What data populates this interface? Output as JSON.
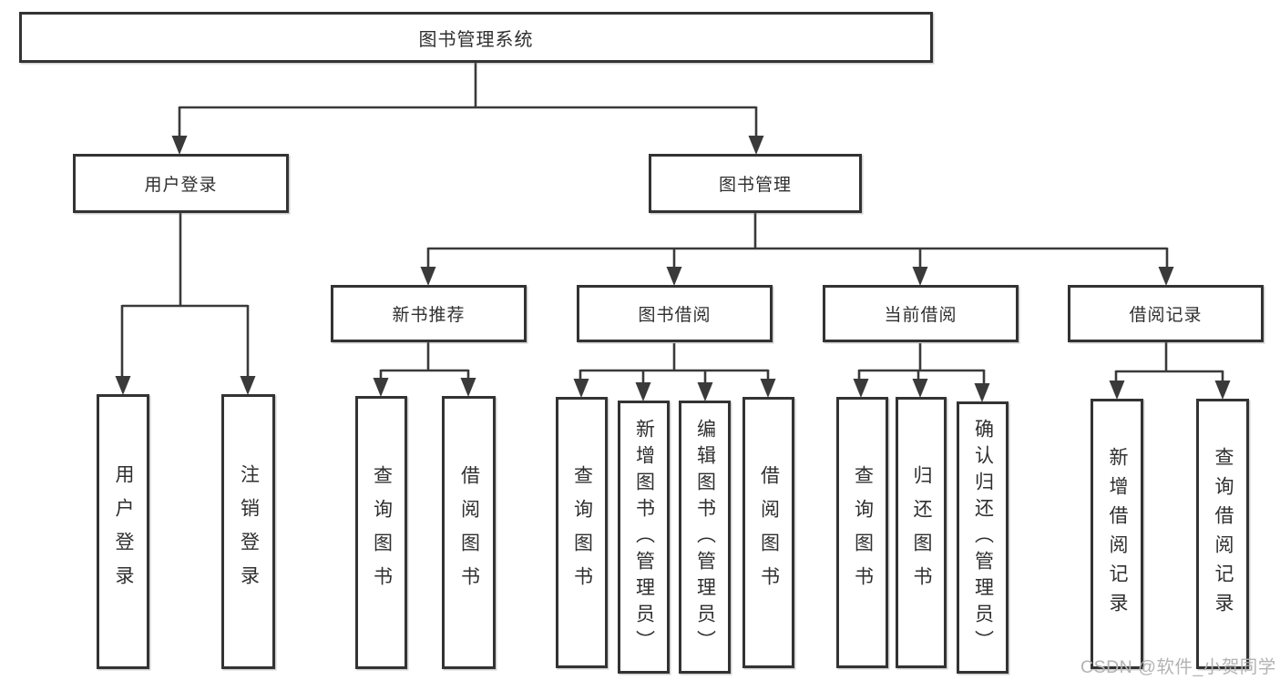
{
  "page": {
    "watermark": "CSDN @软件_小贺同学"
  },
  "theme": {
    "line_color": "#3a3a3a",
    "border_color": "#333333",
    "text_color": "#2f2f2f",
    "watermark_color": "#b3b3b3",
    "bg_color": "#ffffff"
  },
  "diagram": {
    "type": "hierarchy-tree",
    "root": {
      "label": "图书管理系统"
    },
    "level2": [
      {
        "label": "用户登录"
      },
      {
        "label": "图书管理"
      }
    ],
    "level3": [
      {
        "label": "新书推荐",
        "parent": "图书管理"
      },
      {
        "label": "图书借阅",
        "parent": "图书管理"
      },
      {
        "label": "当前借阅",
        "parent": "图书管理"
      },
      {
        "label": "借阅记录",
        "parent": "图书管理"
      }
    ],
    "leaves": [
      {
        "label": "用户登录",
        "parent": "用户登录"
      },
      {
        "label": "注销登录",
        "parent": "用户登录"
      },
      {
        "label": "查询图书",
        "parent": "新书推荐"
      },
      {
        "label": "借阅图书",
        "parent": "新书推荐"
      },
      {
        "label": "查询图书",
        "parent": "图书借阅"
      },
      {
        "label": "新增图书（管理员）",
        "parent": "图书借阅"
      },
      {
        "label": "编辑图书（管理员）",
        "parent": "图书借阅"
      },
      {
        "label": "借阅图书",
        "parent": "图书借阅"
      },
      {
        "label": "查询图书",
        "parent": "当前借阅"
      },
      {
        "label": "归还图书",
        "parent": "当前借阅"
      },
      {
        "label": "确认归还（管理员）",
        "parent": "当前借阅"
      },
      {
        "label": "新增借阅记录",
        "parent": "借阅记录"
      },
      {
        "label": "查询借阅记录",
        "parent": "借阅记录"
      }
    ]
  }
}
